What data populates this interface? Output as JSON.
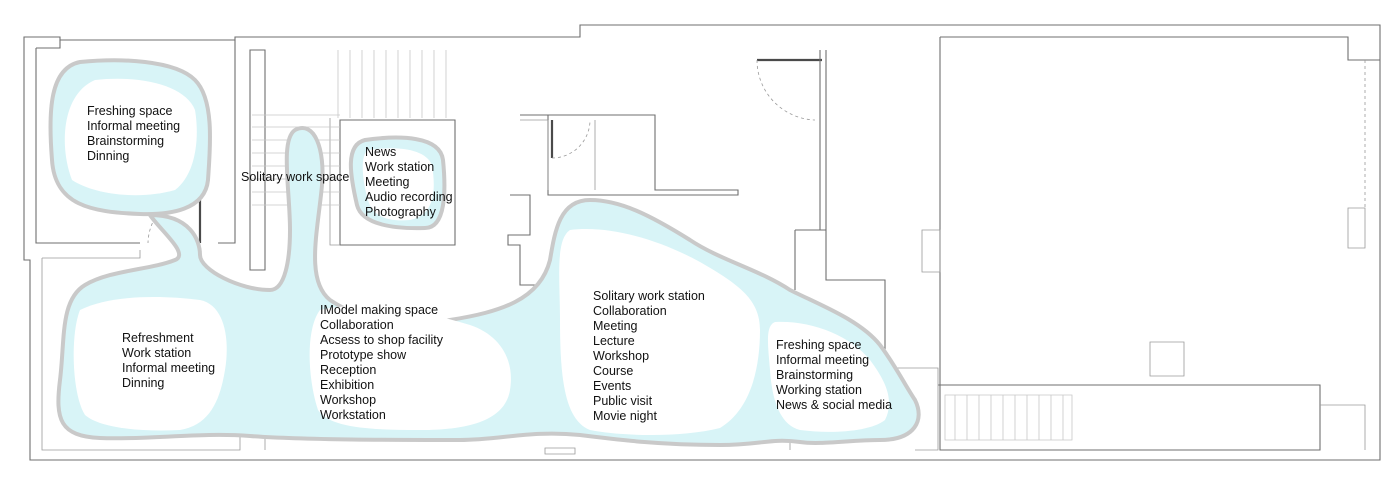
{
  "zones": [
    {
      "id": "refresh-top-left",
      "lines": [
        "Freshing space",
        "Informal meeting",
        "Brainstorming",
        "Dinning"
      ]
    },
    {
      "id": "solitary-spine",
      "lines": [
        "Solitary work space"
      ]
    },
    {
      "id": "news-room",
      "lines": [
        "News",
        "Work station",
        "Meeting",
        "Audio recording",
        "Photography"
      ]
    },
    {
      "id": "refresh-bottom-left",
      "lines": [
        "Refreshment",
        "Work station",
        "Informal meeting",
        "Dinning"
      ]
    },
    {
      "id": "model-making",
      "lines": [
        "IModel making space",
        "Collaboration",
        "Acsess to shop facility",
        "Prototype show",
        "Reception",
        "Exhibition",
        "Workshop",
        "Workstation"
      ]
    },
    {
      "id": "central-hall",
      "lines": [
        "Solitary work station",
        "Collaboration",
        "Meeting",
        "Lecture",
        "Workshop",
        "Course",
        "Events",
        "Public visit",
        "Movie night"
      ]
    },
    {
      "id": "refresh-right",
      "lines": [
        "Freshing space",
        "Informal meeting",
        "Brainstorming",
        "Working station",
        "News & social media"
      ]
    }
  ],
  "colors": {
    "zone_fill": "#d8f4f7",
    "zone_outline": "#c9c9c9",
    "wall": "#6f6f6f",
    "text": "#111111"
  }
}
